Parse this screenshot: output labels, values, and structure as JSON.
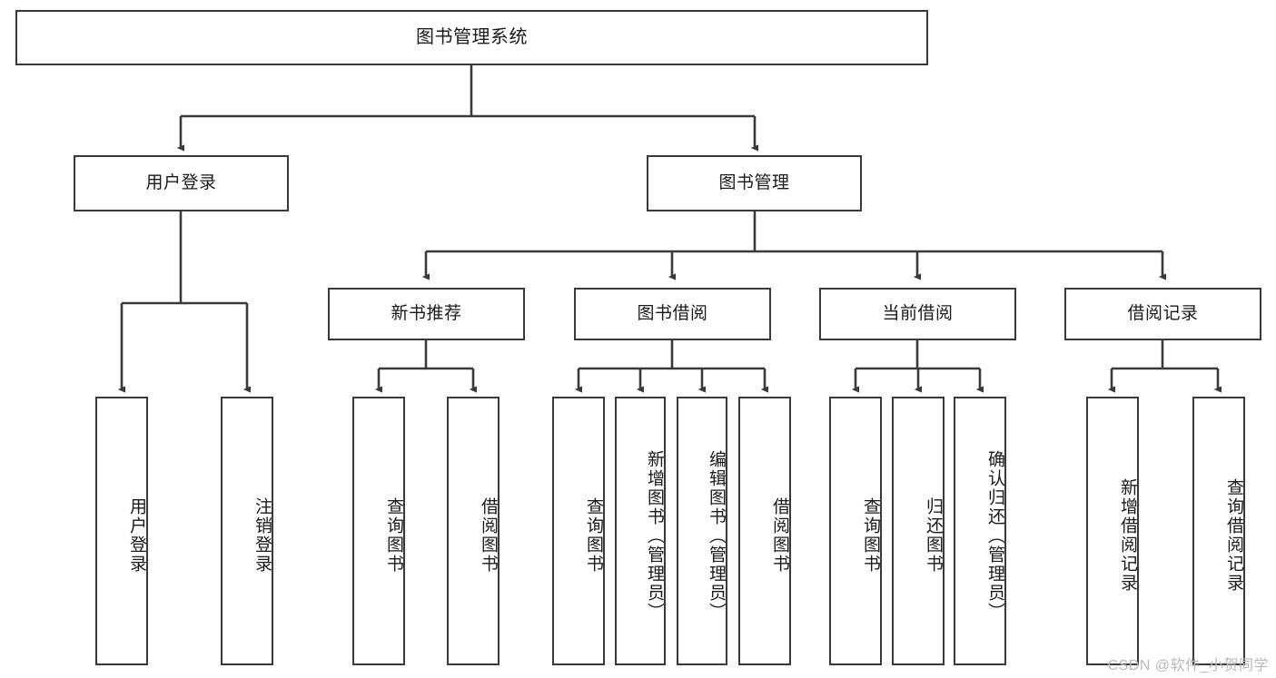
{
  "diagram": {
    "title": "图书管理系统",
    "type": "hierarchy-tree",
    "watermark": "CSDN @软件_小贺同学",
    "colors": {
      "stroke": "#3a3a3a",
      "fill": "#ffffff",
      "text": "#1a1a1a",
      "watermark": "#b9b9b9",
      "background": "#ffffff"
    }
  },
  "nodes": {
    "root": {
      "label": "图书管理系统"
    },
    "level2": [
      {
        "id": "user-login",
        "label": "用户登录"
      },
      {
        "id": "book-manage",
        "label": "图书管理"
      }
    ],
    "level3": [
      {
        "id": "new-book-rec",
        "label": "新书推荐"
      },
      {
        "id": "book-borrow",
        "label": "图书借阅"
      },
      {
        "id": "current-borrow",
        "label": "当前借阅"
      },
      {
        "id": "borrow-record",
        "label": "借阅记录"
      }
    ],
    "leaves": {
      "user_login": [
        {
          "id": "leaf-user-login",
          "label": "用户登录"
        },
        {
          "id": "leaf-logout",
          "label": "注销登录"
        }
      ],
      "new_book_rec": [
        {
          "id": "leaf-query-book-1",
          "label": "查询图书"
        },
        {
          "id": "leaf-borrow-book-1",
          "label": "借阅图书"
        }
      ],
      "book_borrow": [
        {
          "id": "leaf-query-book-2",
          "label": "查询图书"
        },
        {
          "id": "leaf-add-book",
          "label": "新增图书（管理员）"
        },
        {
          "id": "leaf-edit-book",
          "label": "编辑图书（管理员）"
        },
        {
          "id": "leaf-borrow-book-2",
          "label": "借阅图书"
        }
      ],
      "current_borrow": [
        {
          "id": "leaf-query-book-3",
          "label": "查询图书"
        },
        {
          "id": "leaf-return-book",
          "label": "归还图书"
        },
        {
          "id": "leaf-confirm-return",
          "label": "确认归还（管理员）"
        }
      ],
      "borrow_record": [
        {
          "id": "leaf-add-record",
          "label": "新增借阅记录"
        },
        {
          "id": "leaf-query-record",
          "label": "查询借阅记录"
        }
      ]
    }
  }
}
